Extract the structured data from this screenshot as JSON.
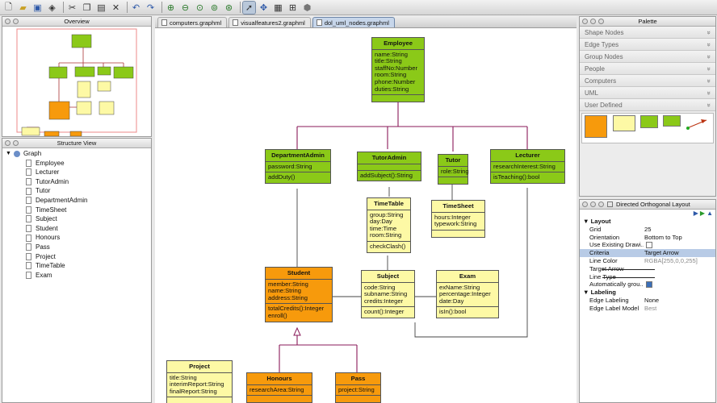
{
  "toolbar": {
    "icons": [
      "new-file",
      "open-folder",
      "save",
      "cube",
      "cut",
      "copy",
      "paste",
      "delete",
      "undo",
      "redo",
      "zoom-in",
      "zoom-out",
      "zoom-fit",
      "zoom-original",
      "zoom-area",
      "select-mode",
      "navigate-mode",
      "grid",
      "snap-lines",
      "layout"
    ]
  },
  "overview": {
    "title": "Overview"
  },
  "structure": {
    "title": "Structure View",
    "root": "Graph",
    "items": [
      "Employee",
      "Lecturer",
      "TutorAdmin",
      "Tutor",
      "DepartmentAdmin",
      "TimeSheet",
      "Subject",
      "Student",
      "Honours",
      "Pass",
      "Project",
      "TimeTable",
      "Exam"
    ]
  },
  "tabs": [
    {
      "label": "computers.graphml",
      "active": false
    },
    {
      "label": "visualfeatures2.graphml",
      "active": false
    },
    {
      "label": "dol_uml_nodes.graphml",
      "active": true
    }
  ],
  "nodes": {
    "employee": {
      "name": "Employee",
      "attrs": "name:String\ntitle:String\nstaffNo:Number\nroom:String\nphone:Number\nduties:String",
      "ops": ""
    },
    "deptadmin": {
      "name": "DepartmentAdmin",
      "attrs": "password:String",
      "ops": "addDuty()"
    },
    "tutoradmin": {
      "name": "TutorAdmin",
      "attrs": "",
      "ops": "addSubject():String"
    },
    "tutor": {
      "name": "Tutor",
      "attrs": "role:String",
      "ops": ""
    },
    "lecturer": {
      "name": "Lecturer",
      "attrs": "researchInterest:String",
      "ops": "isTeaching():bool"
    },
    "timetable": {
      "name": "TimeTable",
      "attrs": "group:String\nday:Day\ntime:Time\nroom:String",
      "ops": "checkClash()"
    },
    "timesheet": {
      "name": "TimeSheet",
      "attrs": "hours:Integer\ntypework:String",
      "ops": ""
    },
    "student": {
      "name": "Student",
      "attrs": "member:String\nname:String\naddress:String",
      "ops": "totalCredits():Integer\nenroll()"
    },
    "subject": {
      "name": "Subject",
      "attrs": "code:String\nsubname:String\ncredits:Integer",
      "ops": "count():Integer"
    },
    "exam": {
      "name": "Exam",
      "attrs": "exName:String\npercentage:Integer\ndate:Day",
      "ops": "isIn():bool"
    },
    "project": {
      "name": "Project",
      "attrs": "title:String\ninterimReport:String\nfinalReport:String",
      "ops": ""
    },
    "honours": {
      "name": "Honours",
      "attrs": "researchArea:String",
      "ops": ""
    },
    "pass": {
      "name": "Pass",
      "attrs": "project:String",
      "ops": ""
    }
  },
  "palette": {
    "title": "Palette",
    "sections": [
      "Shape Nodes",
      "Edge Types",
      "Group Nodes",
      "People",
      "Computers",
      "UML",
      "User Defined"
    ]
  },
  "layout_panel": {
    "title": "Directed Orthogonal Layout",
    "section_layout": "Layout",
    "section_labeling": "Labeling",
    "rows": [
      {
        "k": "Grid",
        "v": "25"
      },
      {
        "k": "Orientation",
        "v": "Bottom to Top"
      },
      {
        "k": "Use Existing Drawi...",
        "v": ""
      },
      {
        "k": "Criteria",
        "v": "Target Arrow"
      },
      {
        "k": "Line Color",
        "v": "RGBA[255,0,0,255]"
      },
      {
        "k": "Target Arrow",
        "v": ""
      },
      {
        "k": "Line Type",
        "v": ""
      },
      {
        "k": "Automatically grou...",
        "v": ""
      }
    ],
    "label_rows": [
      {
        "k": "Edge Labeling",
        "v": "None"
      },
      {
        "k": "Edge Label Model",
        "v": "Best"
      }
    ]
  },
  "colors": {
    "node_green": "#8bc918",
    "node_yellow": "#fdf9a5",
    "node_orange": "#f79a0c",
    "edge": "#8a1a5a"
  }
}
